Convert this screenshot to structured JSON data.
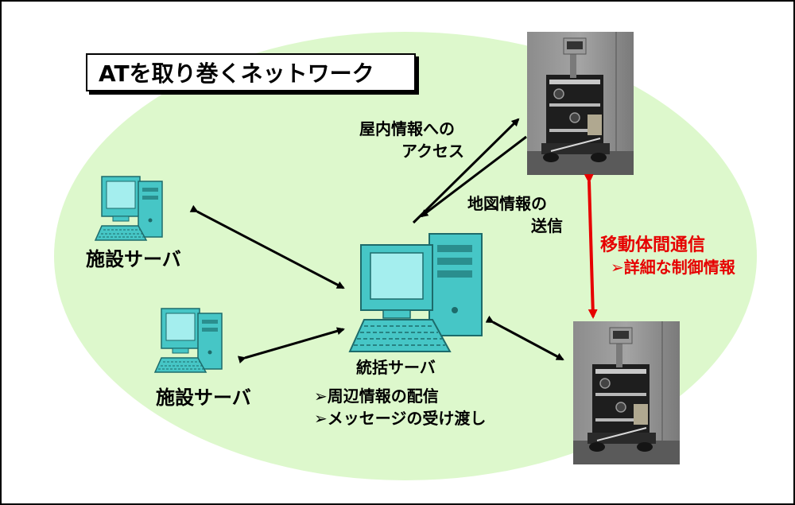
{
  "title": "ATを取り巻くネットワーク",
  "labels": {
    "facility_server_1": "施設サーバ",
    "facility_server_2": "施設サーバ",
    "central_server": "統括サーバ",
    "central_bullet_1": "➢周辺情報の配信",
    "central_bullet_2": "➢メッセージの受け渡し",
    "indoor_access_line1": "屋内情報への",
    "indoor_access_line2": "アクセス",
    "map_send_line1": "地図情報の",
    "map_send_line2": "送信",
    "robot_comm_title": "移動体間通信",
    "robot_comm_sub": "➢詳細な制御情報"
  },
  "colors": {
    "ellipse_fill": "#ddf8cc",
    "accent_red": "#e60000",
    "computer_teal": "#46c6c6"
  }
}
